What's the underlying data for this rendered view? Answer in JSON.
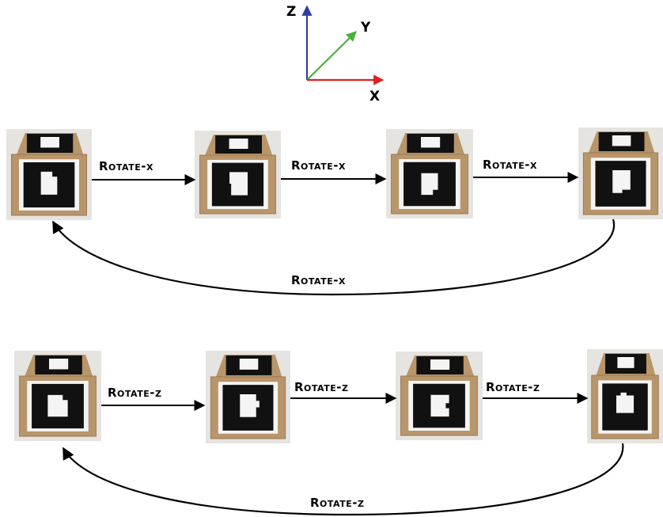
{
  "axes": {
    "z_label": "Z",
    "y_label": "Y",
    "x_label": "X",
    "z_color": "#2f3fa0",
    "y_color": "#4caf3c",
    "x_color": "#e02020"
  },
  "rotate_x_row": {
    "step_labels": [
      "Rotate-x",
      "Rotate-x",
      "Rotate-x"
    ],
    "return_label": "Rotate-x"
  },
  "rotate_z_row": {
    "step_labels": [
      "Rotate-z",
      "Rotate-z",
      "Rotate-z"
    ],
    "return_label": "Rotate-z"
  },
  "colors": {
    "background": "#ffffff",
    "cardboard": "#b8956a",
    "cardboard_dark": "#9a7a52",
    "marker_black": "#111111",
    "marker_white": "#f4f4f4",
    "wall": "#e6e4e0",
    "arrow": "#000000"
  }
}
